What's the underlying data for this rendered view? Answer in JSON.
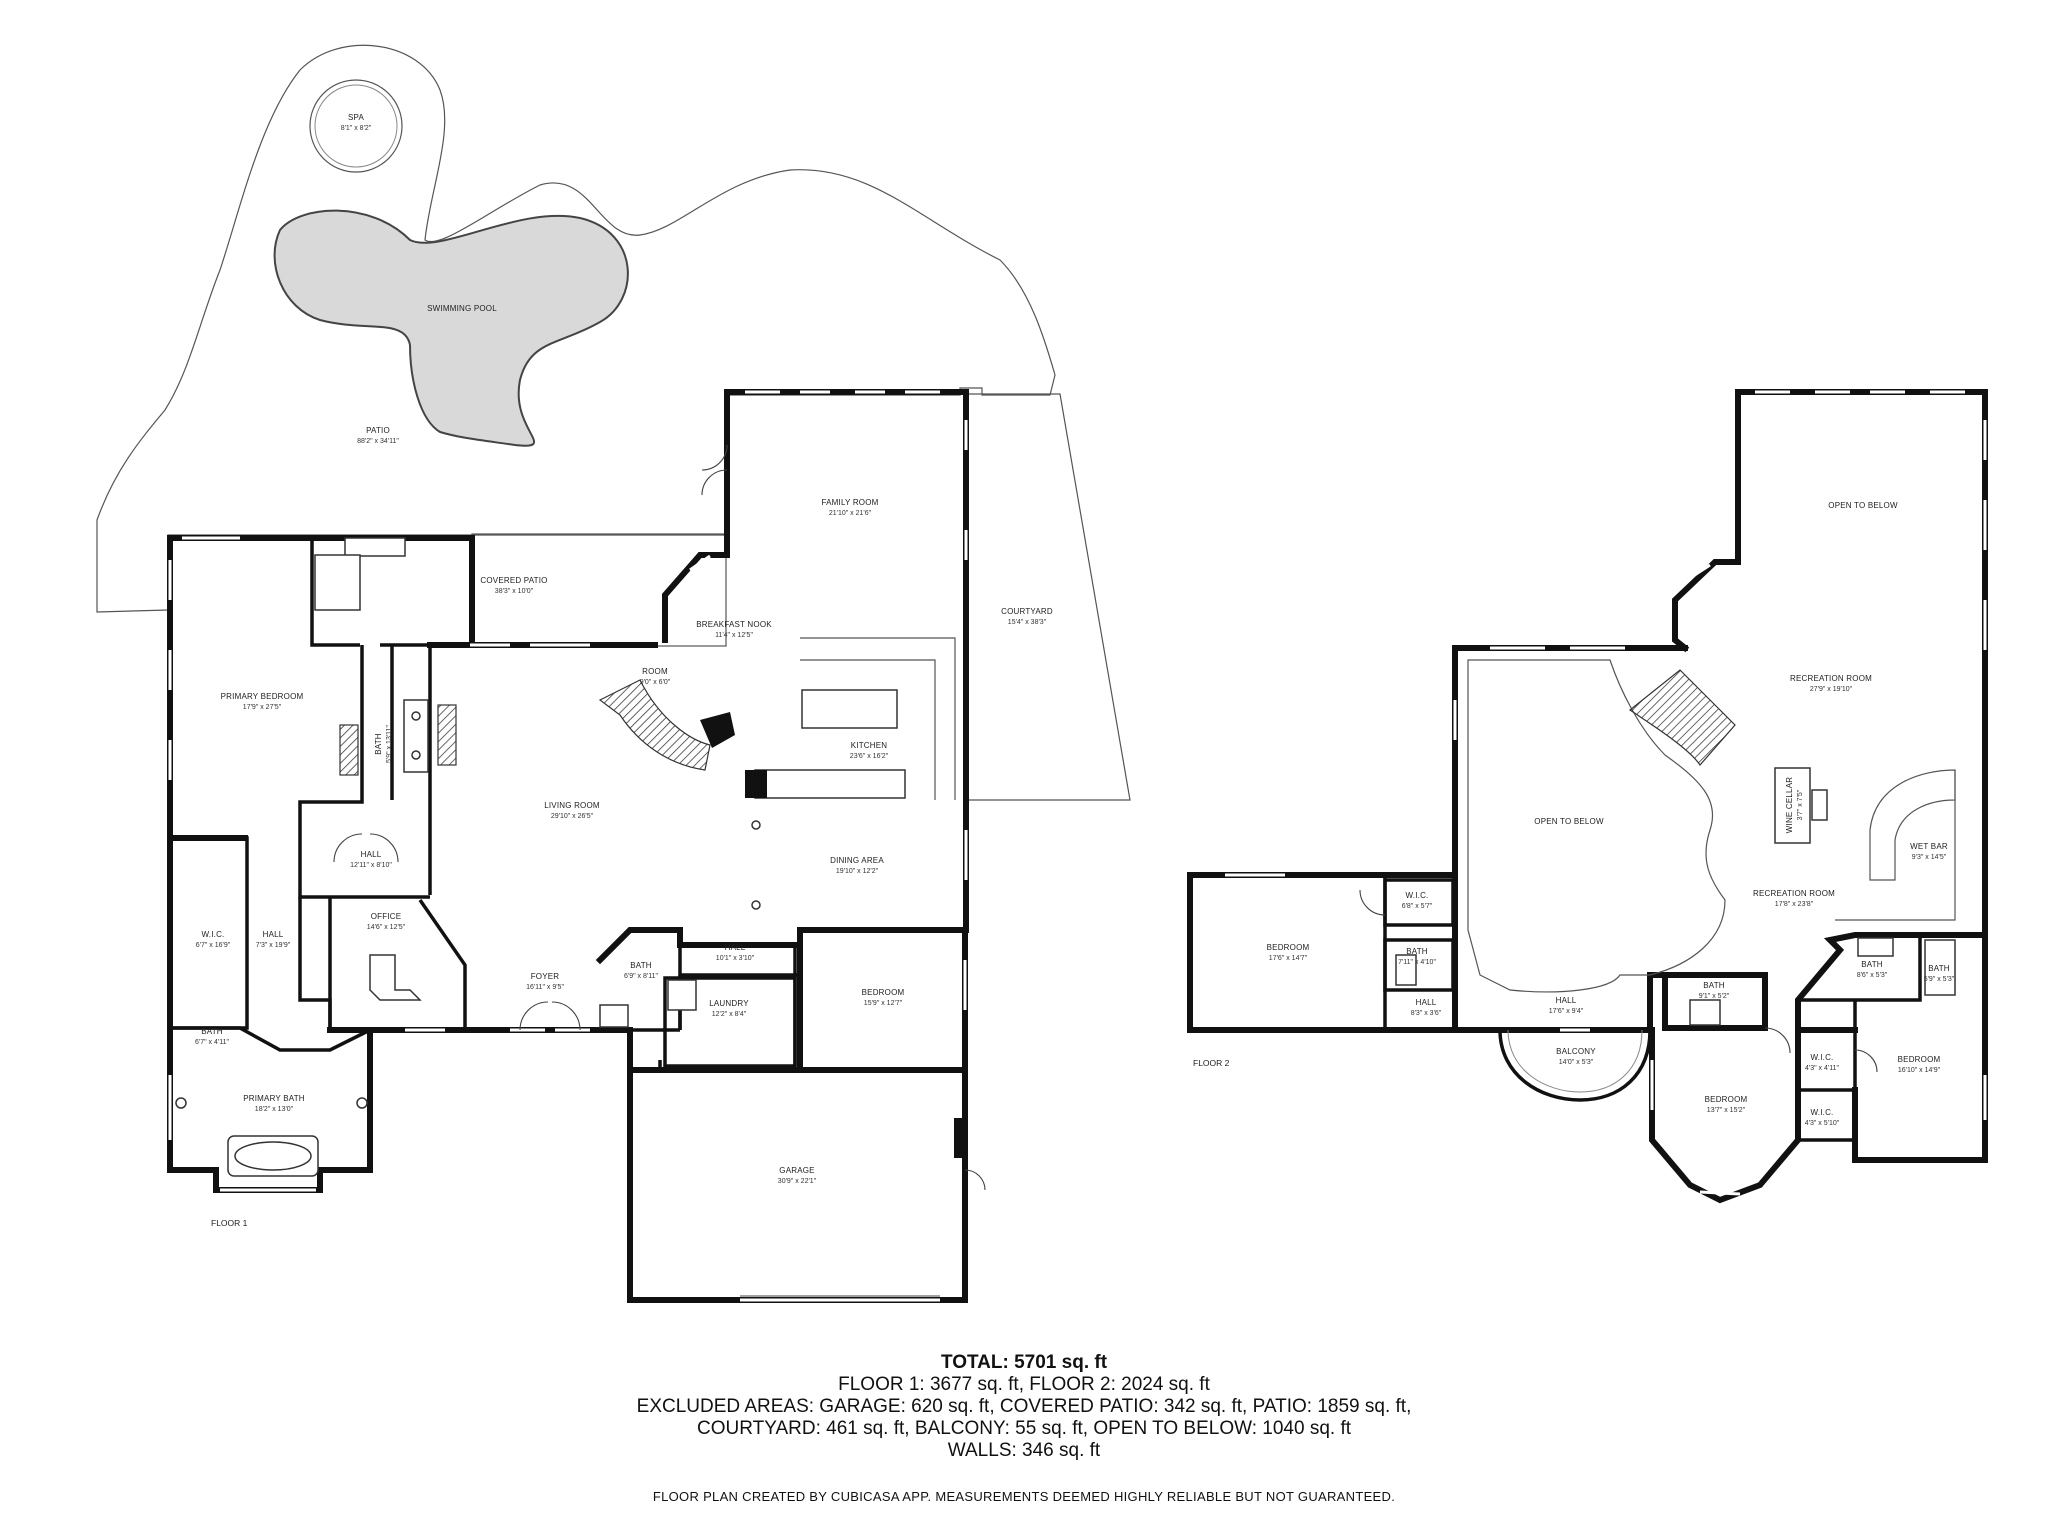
{
  "rooms": {
    "spa": {
      "name": "SPA",
      "dim": "8'1\" x 8'2\""
    },
    "pool": {
      "name": "SWIMMING POOL",
      "dim": ""
    },
    "patio": {
      "name": "PATIO",
      "dim": "88'2\" x 34'11\""
    },
    "family_room": {
      "name": "FAMILY ROOM",
      "dim": "21'10\" x 21'6\""
    },
    "covered_patio": {
      "name": "COVERED PATIO",
      "dim": "38'3\" x 10'0\""
    },
    "courtyard": {
      "name": "COURTYARD",
      "dim": "15'4\" x 38'3\""
    },
    "breakfast_nook": {
      "name": "BREAKFAST NOOK",
      "dim": "11'4\" x 12'5\""
    },
    "room": {
      "name": "ROOM",
      "dim": "9'0\" x 6'0\""
    },
    "primary_bedroom": {
      "name": "PRIMARY BEDROOM",
      "dim": "17'9\" x 27'5\""
    },
    "bath_f1a": {
      "name": "BATH",
      "dim": "5'9\" x 13'11\""
    },
    "kitchen": {
      "name": "KITCHEN",
      "dim": "23'6\" x 16'2\""
    },
    "living_room": {
      "name": "LIVING ROOM",
      "dim": "29'10\" x 26'5\""
    },
    "hall_a": {
      "name": "HALL",
      "dim": "12'11\" x 8'10\""
    },
    "dining_area": {
      "name": "DINING AREA",
      "dim": "19'10\" x 12'2\""
    },
    "office": {
      "name": "OFFICE",
      "dim": "14'6\" x 12'5\""
    },
    "wic_f1": {
      "name": "W.I.C.",
      "dim": "6'7\" x 16'9\""
    },
    "hall_b": {
      "name": "HALL",
      "dim": "7'3\" x 19'9\""
    },
    "hall_c": {
      "name": "HALL",
      "dim": "10'1\" x 3'10\""
    },
    "bath_f1b": {
      "name": "BATH",
      "dim": "6'9\" x 8'11\""
    },
    "foyer": {
      "name": "FOYER",
      "dim": "16'11\" x 9'5\""
    },
    "bedroom_f1": {
      "name": "BEDROOM",
      "dim": "15'9\" x 12'7\""
    },
    "laundry": {
      "name": "LAUNDRY",
      "dim": "12'2\" x 8'4\""
    },
    "bath_f1c": {
      "name": "BATH",
      "dim": "6'7\" x 4'11\""
    },
    "primary_bath": {
      "name": "PRIMARY BATH",
      "dim": "18'2\" x 13'0\""
    },
    "garage": {
      "name": "GARAGE",
      "dim": "30'9\" x 22'1\""
    },
    "open_below_a": {
      "name": "OPEN TO BELOW",
      "dim": ""
    },
    "rec_room_a": {
      "name": "RECREATION ROOM",
      "dim": "27'9\" x 19'10\""
    },
    "open_below_b": {
      "name": "OPEN TO BELOW",
      "dim": ""
    },
    "wine_cellar": {
      "name": "WINE CELLAR",
      "dim": "3'7\" x 7'5\""
    },
    "wet_bar": {
      "name": "WET BAR",
      "dim": "9'3\" x 14'5\""
    },
    "rec_room_b": {
      "name": "RECREATION ROOM",
      "dim": "17'8\" x 23'8\""
    },
    "bedroom_f2a": {
      "name": "BEDROOM",
      "dim": "17'6\" x 14'7\""
    },
    "wic_f2a": {
      "name": "W.I.C.",
      "dim": "6'8\" x 5'7\""
    },
    "bath_f2a": {
      "name": "BATH",
      "dim": "7'11\" x 4'10\""
    },
    "hall_f2a": {
      "name": "HALL",
      "dim": "8'3\" x 3'6\""
    },
    "hall_f2b": {
      "name": "HALL",
      "dim": "17'6\" x 9'4\""
    },
    "bath_f2b": {
      "name": "BATH",
      "dim": "8'6\" x 5'3\""
    },
    "bath_f2c": {
      "name": "BATH",
      "dim": "5'9\" x 5'3\""
    },
    "bath_f2d": {
      "name": "BATH",
      "dim": "9'1\" x 5'2\""
    },
    "balcony": {
      "name": "BALCONY",
      "dim": "14'0\" x 5'3\""
    },
    "wic_f2b": {
      "name": "W.I.C.",
      "dim": "4'3\" x 4'11\""
    },
    "bedroom_f2b": {
      "name": "BEDROOM",
      "dim": "16'10\" x 14'9\""
    },
    "bedroom_f2c": {
      "name": "BEDROOM",
      "dim": "13'7\" x 15'2\""
    },
    "wic_f2c": {
      "name": "W.I.C.",
      "dim": "4'3\" x 5'10\""
    }
  },
  "floor_labels": {
    "floor1": "FLOOR 1",
    "floor2": "FLOOR 2"
  },
  "summary": {
    "total": "TOTAL: 5701 sq. ft",
    "line1": "FLOOR 1: 3677 sq. ft, FLOOR 2: 2024 sq. ft",
    "line2": "EXCLUDED AREAS: GARAGE: 620 sq. ft, COVERED PATIO: 342 sq. ft, PATIO: 1859 sq. ft,",
    "line3": "COURTYARD: 461 sq. ft, BALCONY: 55 sq. ft, OPEN TO BELOW: 1040 sq. ft",
    "line4": "WALLS: 346 sq. ft"
  },
  "footer": "FLOOR PLAN CREATED BY CUBICASA APP. MEASUREMENTS DEEMED HIGHLY RELIABLE BUT NOT GUARANTEED."
}
